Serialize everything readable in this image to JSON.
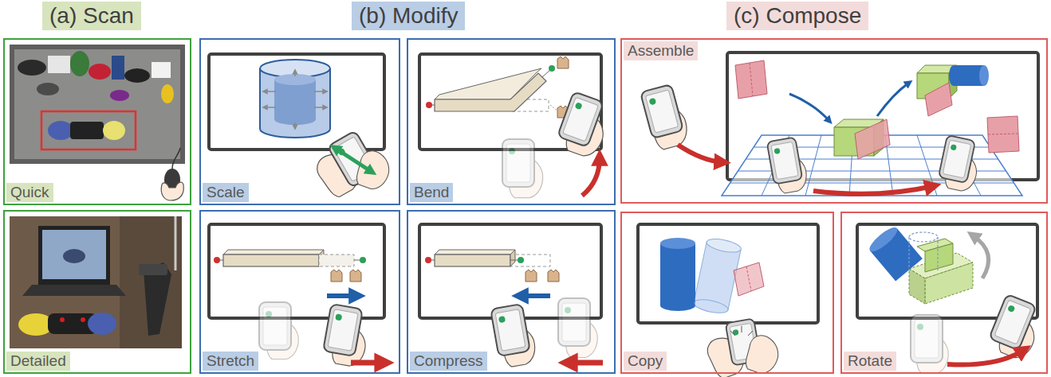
{
  "diagram": {
    "nodes": [
      {
        "text": [
          "(a) Scan"
        ]
      },
      {
        "text": [
          "Quick"
        ]
      },
      {
        "text": [
          "Detailed"
        ]
      },
      {
        "text": [
          "(b) Modify"
        ]
      },
      {
        "text": [
          "Scale"
        ]
      },
      {
        "text": [
          "Bend"
        ]
      },
      {
        "text": [
          "Stretch"
        ]
      },
      {
        "text": [
          "Compress"
        ]
      },
      {
        "text": [
          "(c) Compose"
        ]
      },
      {
        "text": [
          "Assemble"
        ]
      },
      {
        "text": [
          "Copy"
        ]
      },
      {
        "text": [
          "Rotate"
        ]
      }
    ]
  }
}
